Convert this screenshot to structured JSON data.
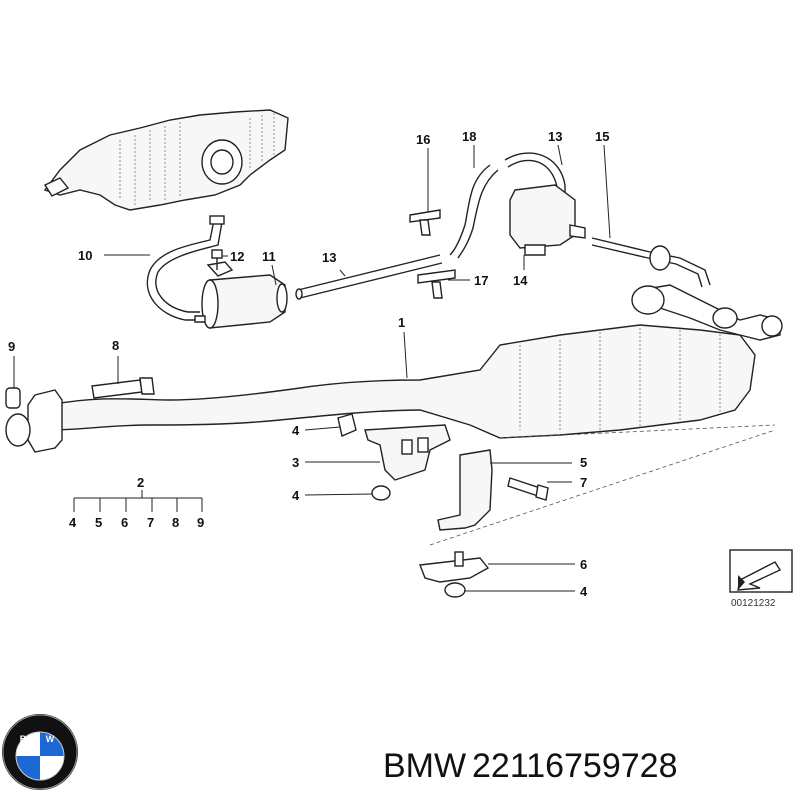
{
  "diagram": {
    "callouts": {
      "c1": "1",
      "c2": "2",
      "c3": "3",
      "c4a": "4",
      "c4b": "4",
      "c4c": "4",
      "c5": "5",
      "c6": "6",
      "c7": "7",
      "c8": "8",
      "c9": "9",
      "c10": "10",
      "c11": "11",
      "c12": "12",
      "c13a": "13",
      "c13b": "13",
      "c14": "14",
      "c15": "15",
      "c16": "16",
      "c17": "17",
      "c18": "18"
    },
    "kit_numbers": [
      "4",
      "5",
      "6",
      "7",
      "8",
      "9"
    ],
    "drawing_id": "00121232"
  },
  "brand": {
    "name": "BMW",
    "part_number": "22116759728",
    "logo_text": "BMW",
    "logo_colors": {
      "ring": "#111111",
      "blue": "#1c69d4",
      "white": "#ffffff"
    }
  }
}
